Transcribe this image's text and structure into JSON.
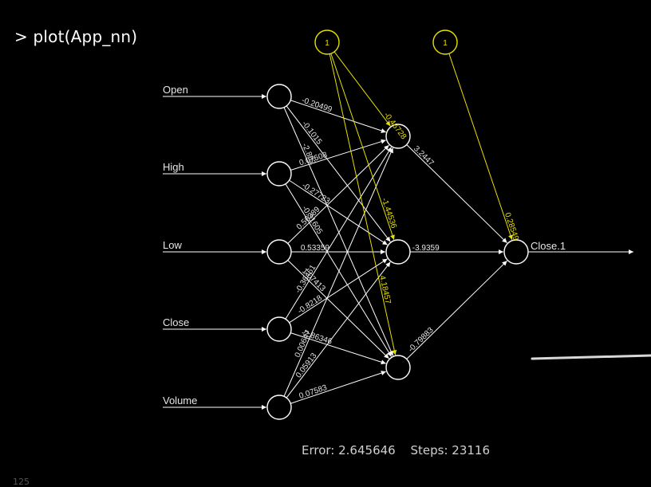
{
  "console": {
    "prompt": ">",
    "command": "plot(App_nn)"
  },
  "network": {
    "inputs": [
      "Open",
      "High",
      "Low",
      "Close",
      "Volume"
    ],
    "output": "Close.1",
    "bias_label": "1",
    "input_hidden_weights": [
      {
        "from": 0,
        "to": 0,
        "label": "-0.20499"
      },
      {
        "from": 0,
        "to": 1,
        "label": "-0.1015"
      },
      {
        "from": 0,
        "to": 2,
        "label": "-2.882"
      },
      {
        "from": 1,
        "to": 0,
        "label": "0.07608"
      },
      {
        "from": 1,
        "to": 1,
        "label": "-0.27723"
      },
      {
        "from": 1,
        "to": 2,
        "label": "-0.31605"
      },
      {
        "from": 2,
        "to": 0,
        "label": "0.56389"
      },
      {
        "from": 2,
        "to": 1,
        "label": "0.53359"
      },
      {
        "from": 2,
        "to": 2,
        "label": "1.07413"
      },
      {
        "from": 3,
        "to": 0,
        "label": "-0.36461"
      },
      {
        "from": 3,
        "to": 1,
        "label": "-0.8218"
      },
      {
        "from": 3,
        "to": 2,
        "label": "-2.86346"
      },
      {
        "from": 4,
        "to": 0,
        "label": "0.00647"
      },
      {
        "from": 4,
        "to": 1,
        "label": "0.05913"
      },
      {
        "from": 4,
        "to": 2,
        "label": "0.07583"
      }
    ],
    "hidden_output_weights": [
      "3.2447",
      "-3.9359",
      "-0.79883"
    ],
    "bias_hidden_weights": [
      "-0.46728",
      "-1.44536",
      "4.18457"
    ],
    "bias_output_weight": "0.28549"
  },
  "footer": {
    "error": "Error: 2.645646",
    "steps": "Steps: 23116"
  },
  "corner_text": "125",
  "colors": {
    "background": "#000000",
    "edge": "#ffffff",
    "bias": "#e8e000"
  }
}
